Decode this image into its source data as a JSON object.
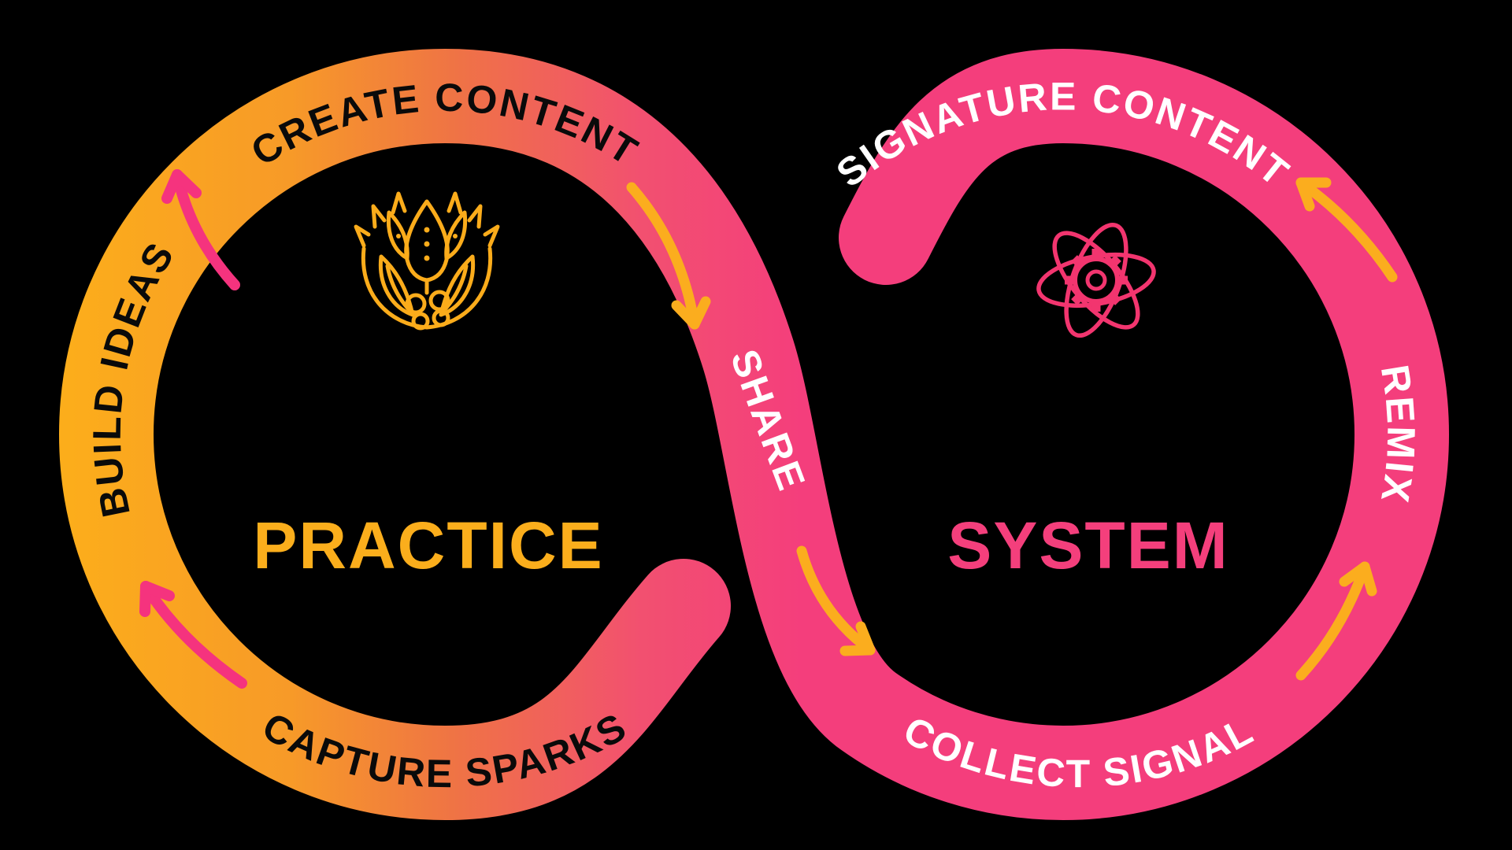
{
  "background_color": "#000000",
  "diagram": {
    "type": "infinity-loop",
    "left_loop": {
      "title": "PRACTICE",
      "title_color": "#FBAE1C",
      "label_top": "CREATE CONTENT",
      "label_left": "BUILD IDEAS",
      "label_bottom": "CAPTURE SPARKS",
      "label_color": "#0A0A0A",
      "icon": "lotus-flower-icon",
      "icon_color": "#FBAC1B",
      "gradient": [
        "#FCAD1B",
        "#F79A28",
        "#EF7444",
        "#F25070",
        "#F43E7C"
      ]
    },
    "connector": {
      "label": "SHARE",
      "label_color": "#FFFFFF"
    },
    "right_loop": {
      "title": "SYSTEM",
      "title_color": "#F43F7C",
      "label_top": "SIGNATURE CONTENT",
      "label_right": "REMIX",
      "label_bottom": "COLLECT SIGNAL",
      "label_color": "#FFFFFF",
      "icon": "atom-gear-icon",
      "icon_color": "#F2356F",
      "band_color": "#F43E7C"
    },
    "arrows": {
      "pink_color": "#F5337E",
      "yellow_color": "#FBAD1E"
    }
  }
}
